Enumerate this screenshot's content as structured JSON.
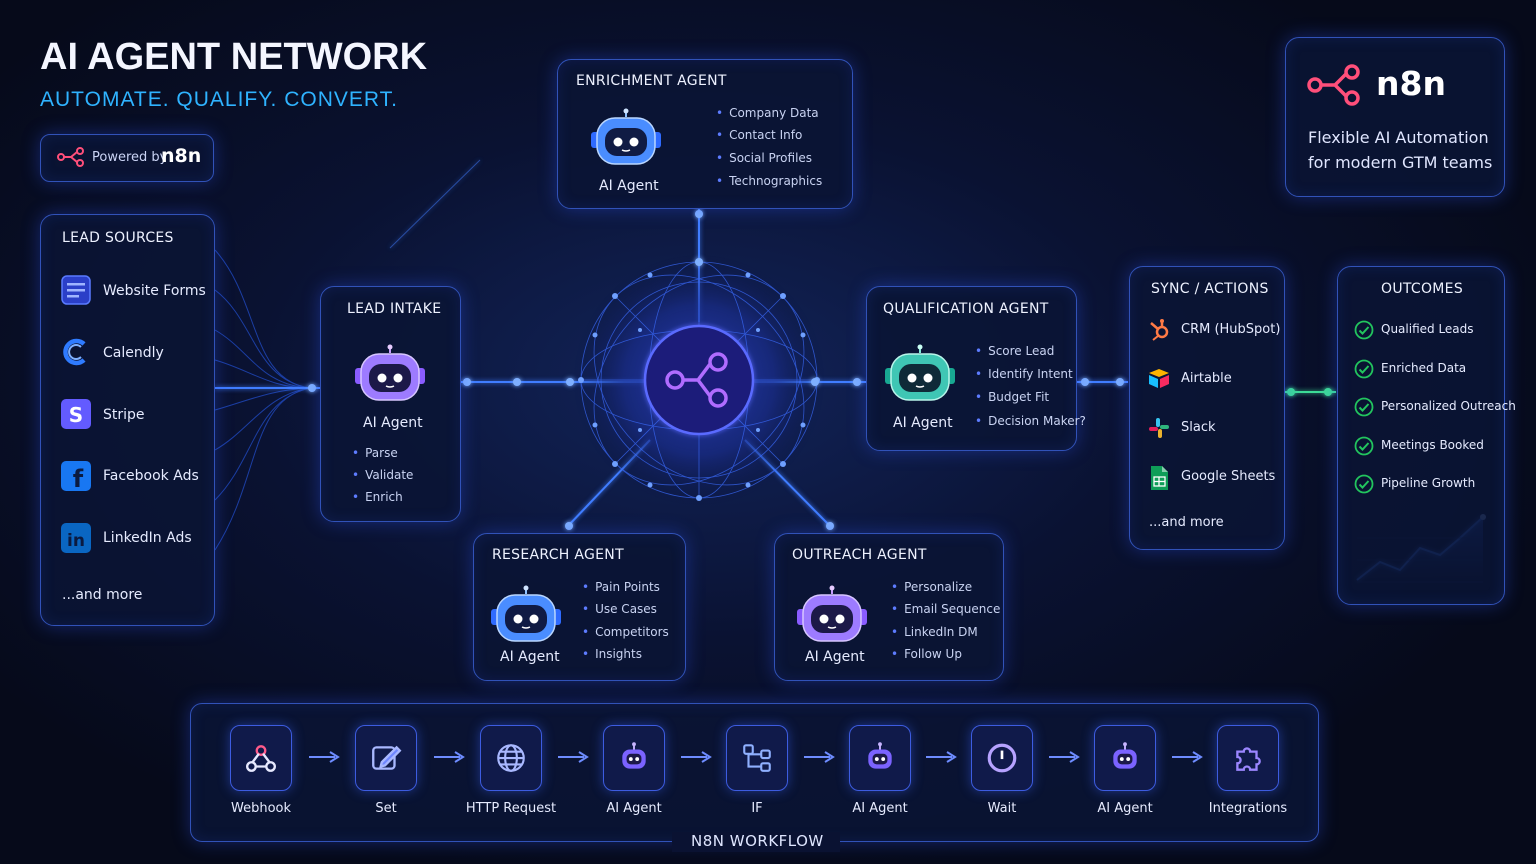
{
  "header": {
    "title": "AI AGENT NETWORK",
    "subtitle": "AUTOMATE. QUALIFY. CONVERT.",
    "powered_by": "Powered by",
    "powered_brand": "n8n"
  },
  "brand_card": {
    "logo_text": "n8n",
    "line1": "Flexible AI Automation",
    "line2": "for modern GTM teams"
  },
  "lead_sources": {
    "title": "LEAD SOURCES",
    "items": [
      "Website Forms",
      "Calendly",
      "Stripe",
      "Facebook Ads",
      "LinkedIn Ads"
    ],
    "more": "...and more"
  },
  "lead_intake": {
    "title": "LEAD INTAKE",
    "agent_label": "AI Agent",
    "steps": [
      "Parse",
      "Validate",
      "Enrich"
    ]
  },
  "enrichment": {
    "title": "ENRICHMENT AGENT",
    "agent_label": "AI Agent",
    "items": [
      "Company Data",
      "Contact Info",
      "Social Profiles",
      "Technographics"
    ]
  },
  "qualification": {
    "title": "QUALIFICATION AGENT",
    "agent_label": "AI Agent",
    "items": [
      "Score Lead",
      "Identify Intent",
      "Budget Fit",
      "Decision Maker?"
    ]
  },
  "research": {
    "title": "RESEARCH AGENT",
    "agent_label": "AI Agent",
    "items": [
      "Pain Points",
      "Use Cases",
      "Competitors",
      "Insights"
    ]
  },
  "outreach": {
    "title": "OUTREACH AGENT",
    "agent_label": "AI Agent",
    "items": [
      "Personalize",
      "Email Sequence",
      "LinkedIn DM",
      "Follow Up"
    ]
  },
  "sync": {
    "title": "SYNC / ACTIONS",
    "items": [
      "CRM (HubSpot)",
      "Airtable",
      "Slack",
      "Google Sheets"
    ],
    "more": "...and more"
  },
  "outcomes": {
    "title": "OUTCOMES",
    "items": [
      "Qualified Leads",
      "Enriched Data",
      "Personalized Outreach",
      "Meetings Booked",
      "Pipeline Growth"
    ]
  },
  "workflow": {
    "title": "N8N WORKFLOW",
    "steps": [
      "Webhook",
      "Set",
      "HTTP Request",
      "AI Agent",
      "IF",
      "AI Agent",
      "Wait",
      "AI Agent",
      "Integrations"
    ]
  },
  "icons": {
    "lead_sources": [
      "form-icon",
      "calendly-icon",
      "stripe-icon",
      "facebook-icon",
      "linkedin-icon"
    ],
    "sync": [
      "hubspot-icon",
      "airtable-icon",
      "slack-icon",
      "google-sheets-icon"
    ],
    "workflow": [
      "webhook-icon",
      "pencil-icon",
      "globe-icon",
      "robot-icon",
      "branch-icon",
      "robot-icon",
      "clock-icon",
      "robot-icon",
      "puzzle-icon"
    ]
  },
  "colors": {
    "accent": "#2fb3ff",
    "n8n_logo": "#ff4f7a",
    "check": "#22c55e",
    "glow": "#3a7bff"
  }
}
